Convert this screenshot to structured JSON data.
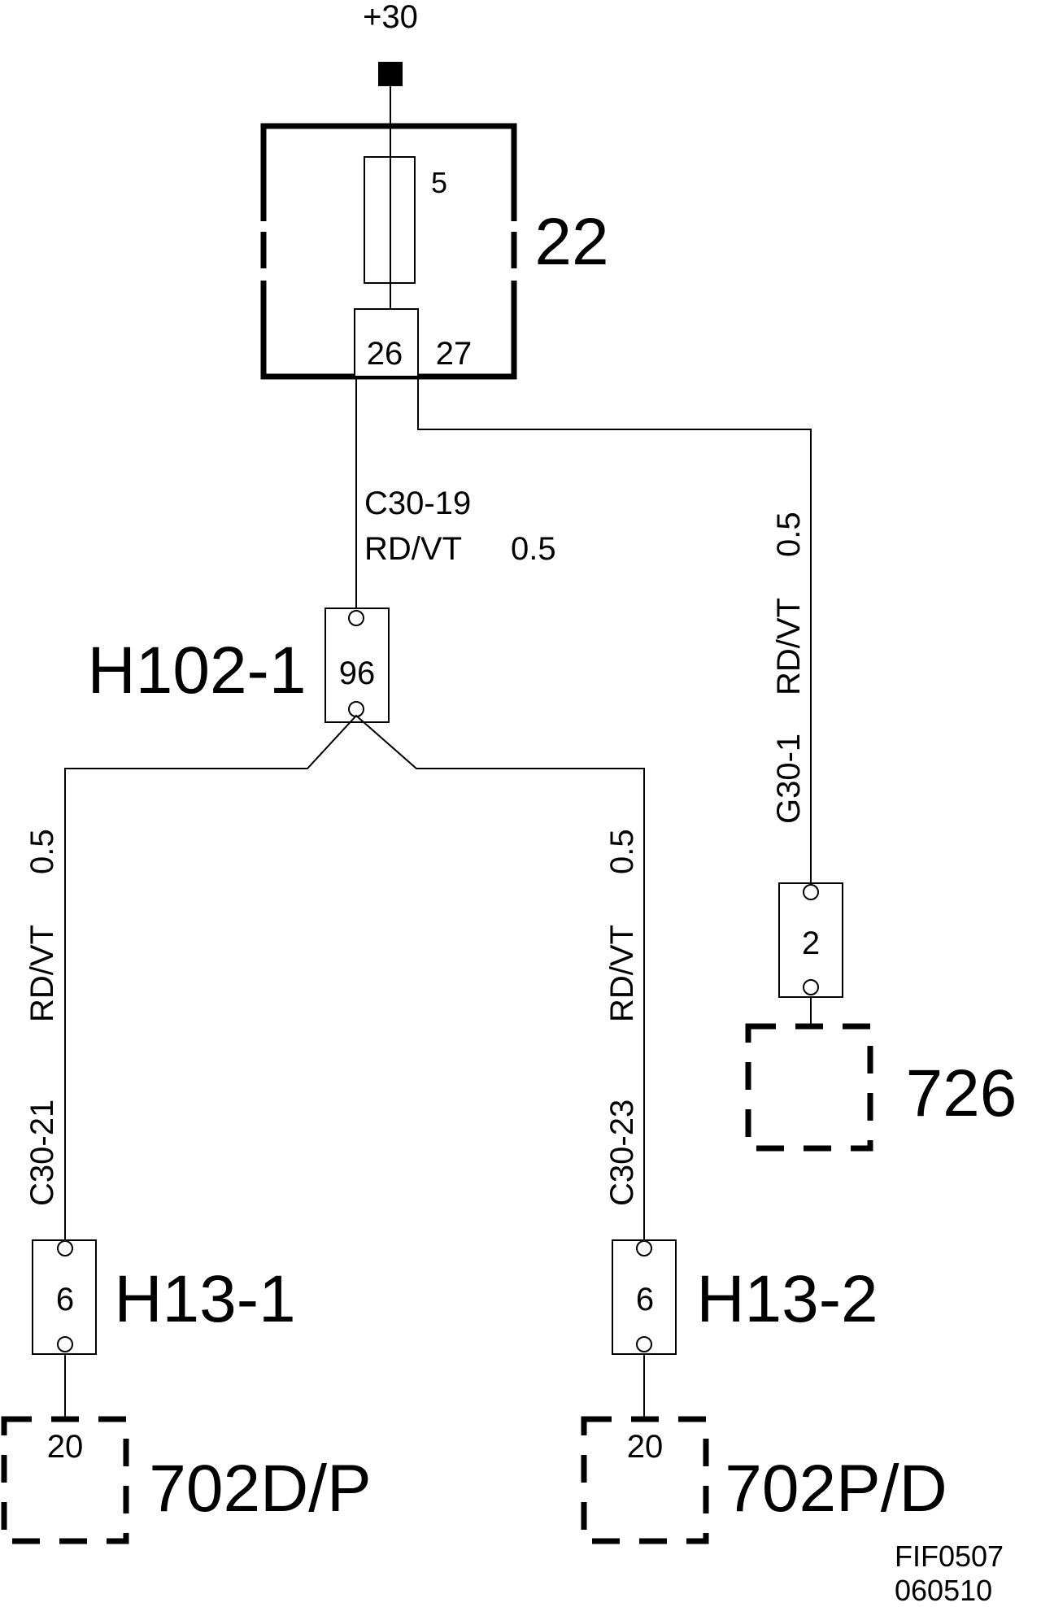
{
  "supply": {
    "label": "+30"
  },
  "fuse_box": {
    "id": "22",
    "fuse": "5",
    "pin_left": "26",
    "pin_right": "27"
  },
  "wire_c30_19": {
    "code": "C30-19",
    "color": "RD/VT",
    "size": "0.5"
  },
  "connector_h102": {
    "id": "H102-1",
    "pin": "96"
  },
  "wire_c30_21": {
    "code": "C30-21",
    "color": "RD/VT",
    "size": "0.5"
  },
  "wire_c30_23": {
    "code": "C30-23",
    "color": "RD/VT",
    "size": "0.5"
  },
  "wire_g30_1": {
    "code": "G30-1",
    "color": "RD/VT",
    "size": "0.5"
  },
  "connector_h13_1": {
    "id": "H13-1",
    "pin": "6"
  },
  "connector_h13_2": {
    "id": "H13-2",
    "pin": "6"
  },
  "connector_726": {
    "pin": "2"
  },
  "component_726": {
    "id": "726"
  },
  "component_702dp": {
    "id": "702D/P",
    "pin": "20"
  },
  "component_702pd": {
    "id": "702P/D",
    "pin": "20"
  },
  "figure_ref": {
    "line1": "FIF0507",
    "line2": "060510"
  }
}
